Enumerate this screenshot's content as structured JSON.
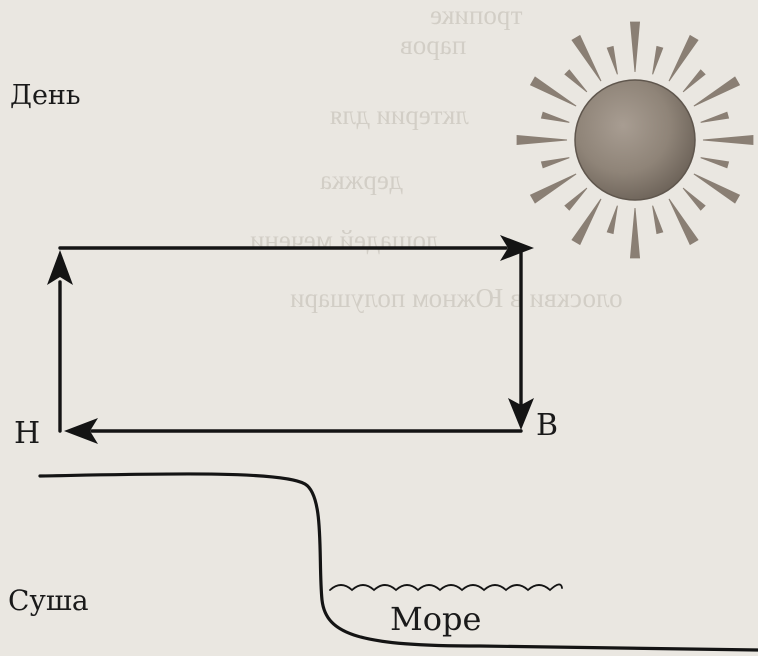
{
  "labels": {
    "day": "День",
    "node_left": "Н",
    "node_right": "В",
    "land": "Суша",
    "sea": "Море"
  },
  "bleed_through_lines": [
    "паров",
    "тропике",
    "лктерии для",
    "держка",
    "лошадей мечени",
    "олоскви в Южном полушари"
  ],
  "colors": {
    "paper": "#eae7e1",
    "ink": "#1a1a1a",
    "sun": "#8f8478"
  },
  "icons": {
    "sun": "sun-icon"
  }
}
